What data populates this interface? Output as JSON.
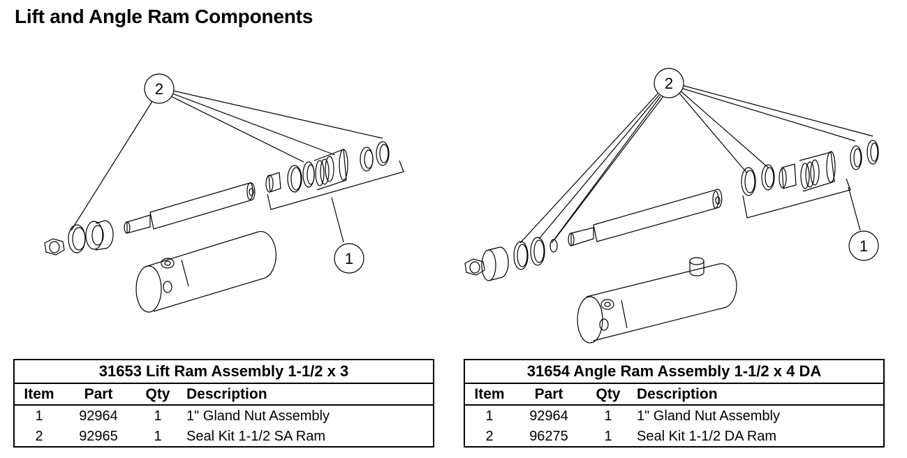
{
  "page": {
    "title": "Lift and Angle Ram Components"
  },
  "diagrams": {
    "left": {
      "callouts": [
        "2",
        "1"
      ]
    },
    "right": {
      "callouts": [
        "2",
        "1"
      ]
    }
  },
  "tables": [
    {
      "title": "31653  Lift Ram Assembly 1-1/2 x 3",
      "headers": {
        "item": "Item",
        "part": "Part",
        "qty": "Qty",
        "description": "Description"
      },
      "rows": [
        {
          "item": "1",
          "part": "92964",
          "qty": "1",
          "description": "1\" Gland Nut Assembly"
        },
        {
          "item": "2",
          "part": "92965",
          "qty": "1",
          "description": "Seal Kit 1-1/2 SA Ram"
        }
      ]
    },
    {
      "title": "31654  Angle Ram Assembly 1-1/2 x 4 DA",
      "headers": {
        "item": "Item",
        "part": "Part",
        "qty": "Qty",
        "description": "Description"
      },
      "rows": [
        {
          "item": "1",
          "part": "92964",
          "qty": "1",
          "description": "1\" Gland Nut Assembly"
        },
        {
          "item": "2",
          "part": "96275",
          "qty": "1",
          "description": "Seal Kit 1-1/2 DA Ram"
        }
      ]
    }
  ]
}
